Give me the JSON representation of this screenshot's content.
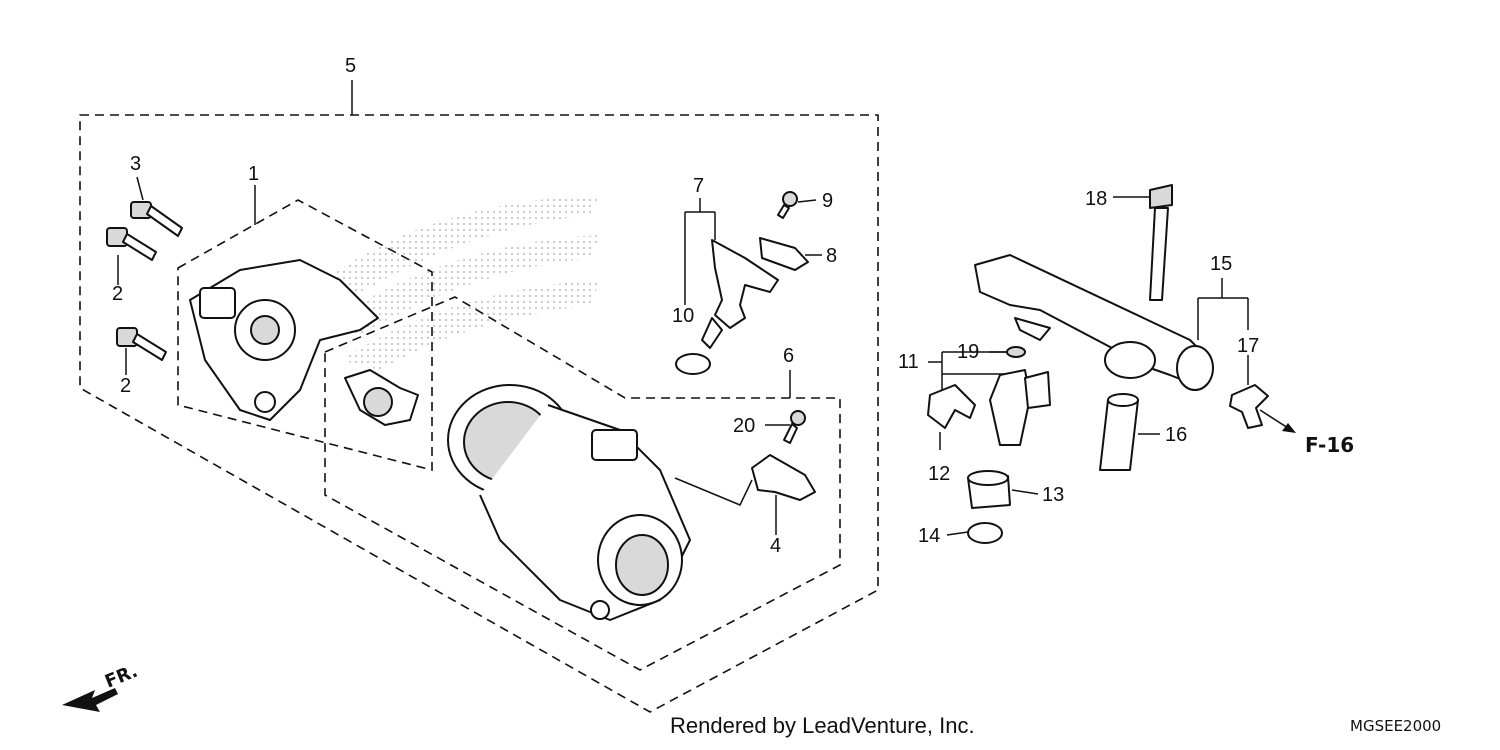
{
  "callouts": {
    "c1": "1",
    "c2a": "2",
    "c2b": "2",
    "c3": "3",
    "c4": "4",
    "c5": "5",
    "c6": "6",
    "c7": "7",
    "c8": "8",
    "c9": "9",
    "c10": "10",
    "c11": "11",
    "c12": "12",
    "c13": "13",
    "c14": "14",
    "c15": "15",
    "c16": "16",
    "c17": "17",
    "c18": "18",
    "c19": "19",
    "c20": "20"
  },
  "section_ref": "F-16",
  "front_marker": "FR.",
  "credit": "Rendered by LeadVenture, Inc.",
  "diagram_code": "MGSEE2000"
}
